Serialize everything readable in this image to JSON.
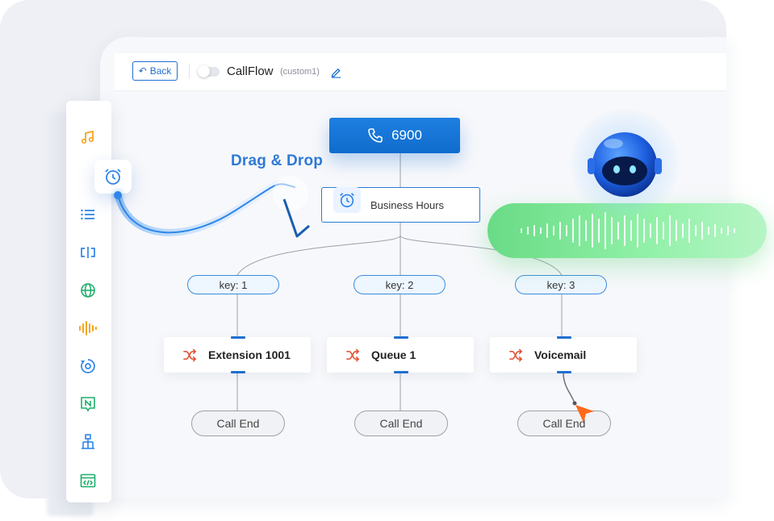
{
  "header": {
    "back_label": "Back",
    "flow_title": "CallFlow",
    "flow_subtitle": "(custom1)"
  },
  "sidebar": {
    "items": [
      {
        "icon": "music-note-icon",
        "color": "#f5a524"
      },
      {
        "icon": "list-icon",
        "color": "#2f86ea"
      },
      {
        "icon": "ivr-input-icon",
        "color": "#2f86ea"
      },
      {
        "icon": "globe-icon",
        "color": "#1fae6c"
      },
      {
        "icon": "audio-wave-icon",
        "color": "#f5a524"
      },
      {
        "icon": "target-icon",
        "color": "#2f86ea"
      },
      {
        "icon": "n-badge-icon",
        "color": "#1fae6c"
      },
      {
        "icon": "hierarchy-icon",
        "color": "#2f86ea"
      },
      {
        "icon": "code-window-icon",
        "color": "#1fae6c"
      }
    ]
  },
  "drag": {
    "label": "Drag & Drop",
    "icon": "alarm-clock-icon"
  },
  "flow": {
    "start_node": {
      "label": "6900",
      "icon": "phone-icon"
    },
    "condition_node": {
      "label": "Business Hours",
      "icon": "alarm-clock-icon"
    },
    "branches": [
      {
        "key": "key: 1",
        "action": "Extension 1001",
        "end": "Call End"
      },
      {
        "key": "key: 2",
        "action": "Queue 1",
        "end": "Call End"
      },
      {
        "key": "key: 3",
        "action": "Voicemail",
        "end": "Call End"
      }
    ]
  },
  "colors": {
    "primary": "#1f6fd1",
    "action_icon": "#e4553a",
    "voice_bar": "#69db86",
    "cursor": "#ff6a1a"
  }
}
